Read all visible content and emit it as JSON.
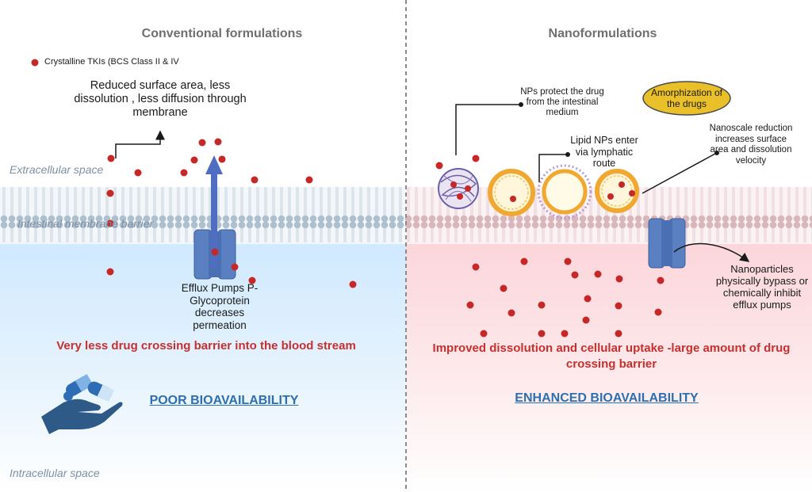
{
  "left_panel": {
    "title": "Conventional formulations",
    "legend_label": "Crystalline TKIs (BCS Class II & IV",
    "surface_note": "Reduced surface area, less dissolution , less diffusion through membrane",
    "efflux_note": "Efflux Pumps P-Glycoprotein decreases permeation",
    "result": "Very less drug crossing barrier into the blood stream",
    "bioavailability": "POOR BIOAVAILABILITY"
  },
  "right_panel": {
    "title": "Nanoformulations",
    "protect_note": "NPs protect the drug from the intestinal medium",
    "amorph_note": "Amorphization of the drugs",
    "lipid_note": "Lipid NPs enter via lymphatic route",
    "nanoscale_note": "Nanoscale reduction increases surface area and dissolution velocity",
    "bypass_note": "Nanoparticles physically bypass or chemically inhibit efflux pumps",
    "result": "Improved dissolution and cellular uptake -large amount of drug crossing barrier",
    "bioavailability": "ENHANCED BIOAVAILABILITY"
  },
  "regions": {
    "extracellular": "Extracellular space",
    "membrane": "Intestinal membrane barrier",
    "intracellular": "Intracellular space"
  },
  "colors": {
    "drug_dot": "#c62828",
    "left_blood": "#dcefff",
    "right_blood": "#fde3e6",
    "efflux_pump": "#5b80c2",
    "nanoparticle_ring": "#f0a830",
    "amorph_badge": "#e9c02a",
    "hand_icon": "#2e5a88"
  }
}
